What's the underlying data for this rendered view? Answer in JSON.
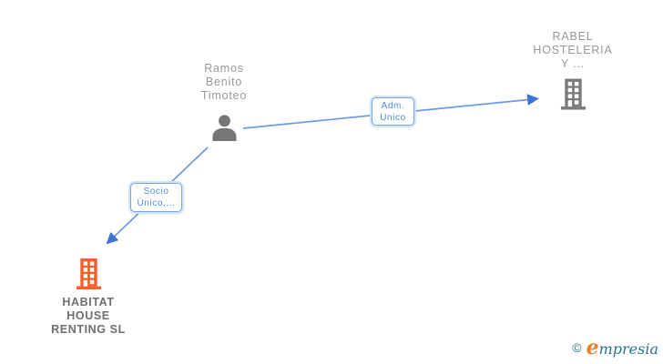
{
  "diagram": {
    "nodes": {
      "person": {
        "label_lines": [
          "Ramos",
          "Benito",
          "Timoteo"
        ]
      },
      "company_right": {
        "label_lines": [
          "RABEL",
          "HOSTELERIA",
          "Y ..."
        ]
      },
      "company_bottom_left": {
        "label_lines": [
          "HABITAT",
          "HOUSE",
          "RENTING SL"
        ]
      }
    },
    "edges": [
      {
        "from": "Ramos Benito Timoteo",
        "to": "RABEL HOSTELERIA Y ...",
        "label_lines": [
          "Adm.",
          "Unico"
        ]
      },
      {
        "from": "Ramos Benito Timoteo",
        "to": "HABITAT HOUSE RENTING SL",
        "label_lines": [
          "Socio",
          "Único,..."
        ]
      }
    ]
  },
  "logo": {
    "copyright_symbol": "©",
    "brand_initial": "e",
    "brand_rest": "mpresia"
  },
  "colors": {
    "canvas-bg": "#ffffff",
    "edge-line": "#6b9ae4",
    "edge-arrow": "#3c74d6",
    "box-border": "#77a6e5",
    "box-glow": "#d4e4f7",
    "box-text": "#4a8fd8",
    "person-icon": "#767676",
    "building-gray": "#7b7b7b",
    "building-orange": "#f4602d",
    "node-label": "#989898",
    "node-label-strong": "#6f6f6f",
    "logo-teal": "#2a7389",
    "logo-orange": "#ef7d23"
  }
}
